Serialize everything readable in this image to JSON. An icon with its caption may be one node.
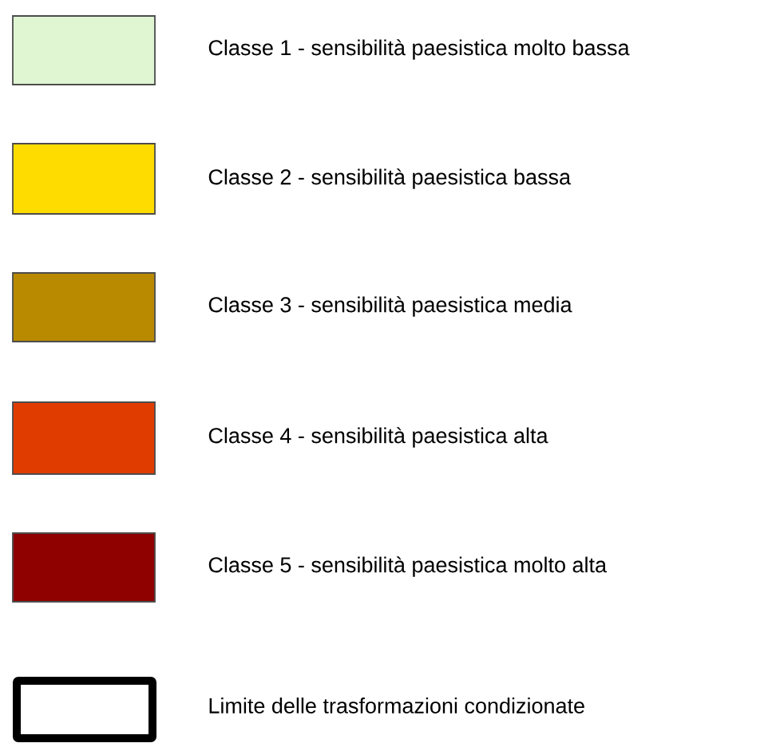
{
  "diagram": {
    "legend": [
      {
        "text": "Classe 1 - sensibilità paesistica molto bassa",
        "color": "#e0f5d2"
      },
      {
        "text": "Classe 2 - sensibilità paesistica bassa",
        "color": "#ffdc00"
      },
      {
        "text": "Classe 3 - sensibilità paesistica media",
        "color": "#b98a00"
      },
      {
        "text": "Classe 4 - sensibilità paesistica alta",
        "color": "#e03c00"
      },
      {
        "text": "Classe 5 - sensibilità paesistica molto alta",
        "color": "#8f0000"
      },
      {
        "text": "Limite delle trasformazioni condizionate"
      }
    ]
  }
}
